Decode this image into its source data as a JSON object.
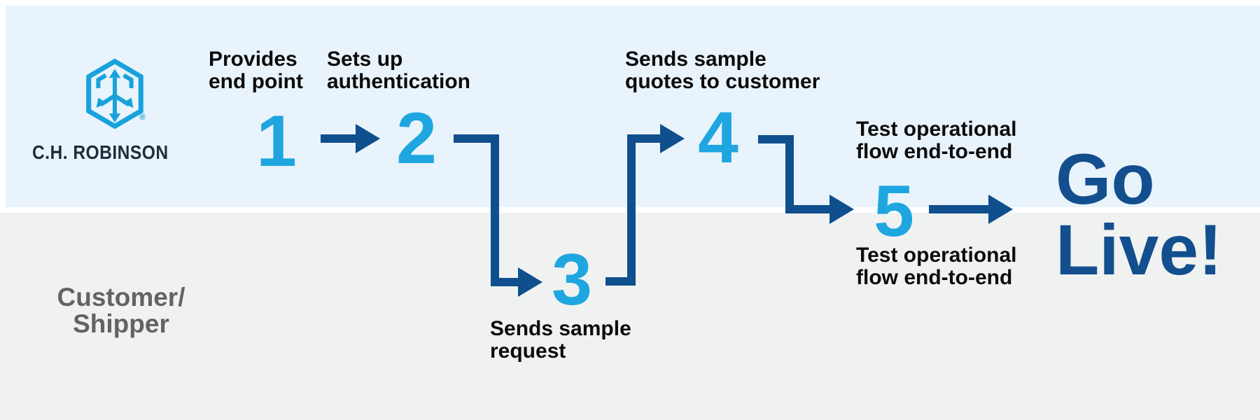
{
  "brand": {
    "wordmark": "C.H. ROBINSON",
    "registered_mark": "®",
    "logo_color": "#18a2dc"
  },
  "lanes": {
    "bottom_label_line1": "Customer/",
    "bottom_label_line2": "Shipper"
  },
  "steps": [
    {
      "number": "1",
      "label_line1": "Provides",
      "label_line2": "end point"
    },
    {
      "number": "2",
      "label_line1": "Sets up",
      "label_line2": "authentication"
    },
    {
      "number": "3",
      "label_line1": "Sends sample",
      "label_line2": "request"
    },
    {
      "number": "4",
      "label_line1": "Sends sample",
      "label_line2": "quotes to customer"
    },
    {
      "number": "5",
      "label_above_line1": "Test operational",
      "label_above_line2": "flow end-to-end",
      "label_below_line1": "Test operational",
      "label_below_line2": "flow end-to-end"
    }
  ],
  "finale": {
    "line1": "Go",
    "line2": "Live!"
  },
  "colors": {
    "top_lane_bg": "#e9f3fb",
    "bottom_lane_bg": "#f0f2f1",
    "divider": "#ffffff",
    "step_number_blue": "#1fa6e0",
    "arrow_navy": "#0f4f8e",
    "go_live_navy": "#134f8e",
    "label_black": "#0c0c0c",
    "customer_gray": "#636363",
    "wordmark_dark": "#1e2d3d"
  }
}
